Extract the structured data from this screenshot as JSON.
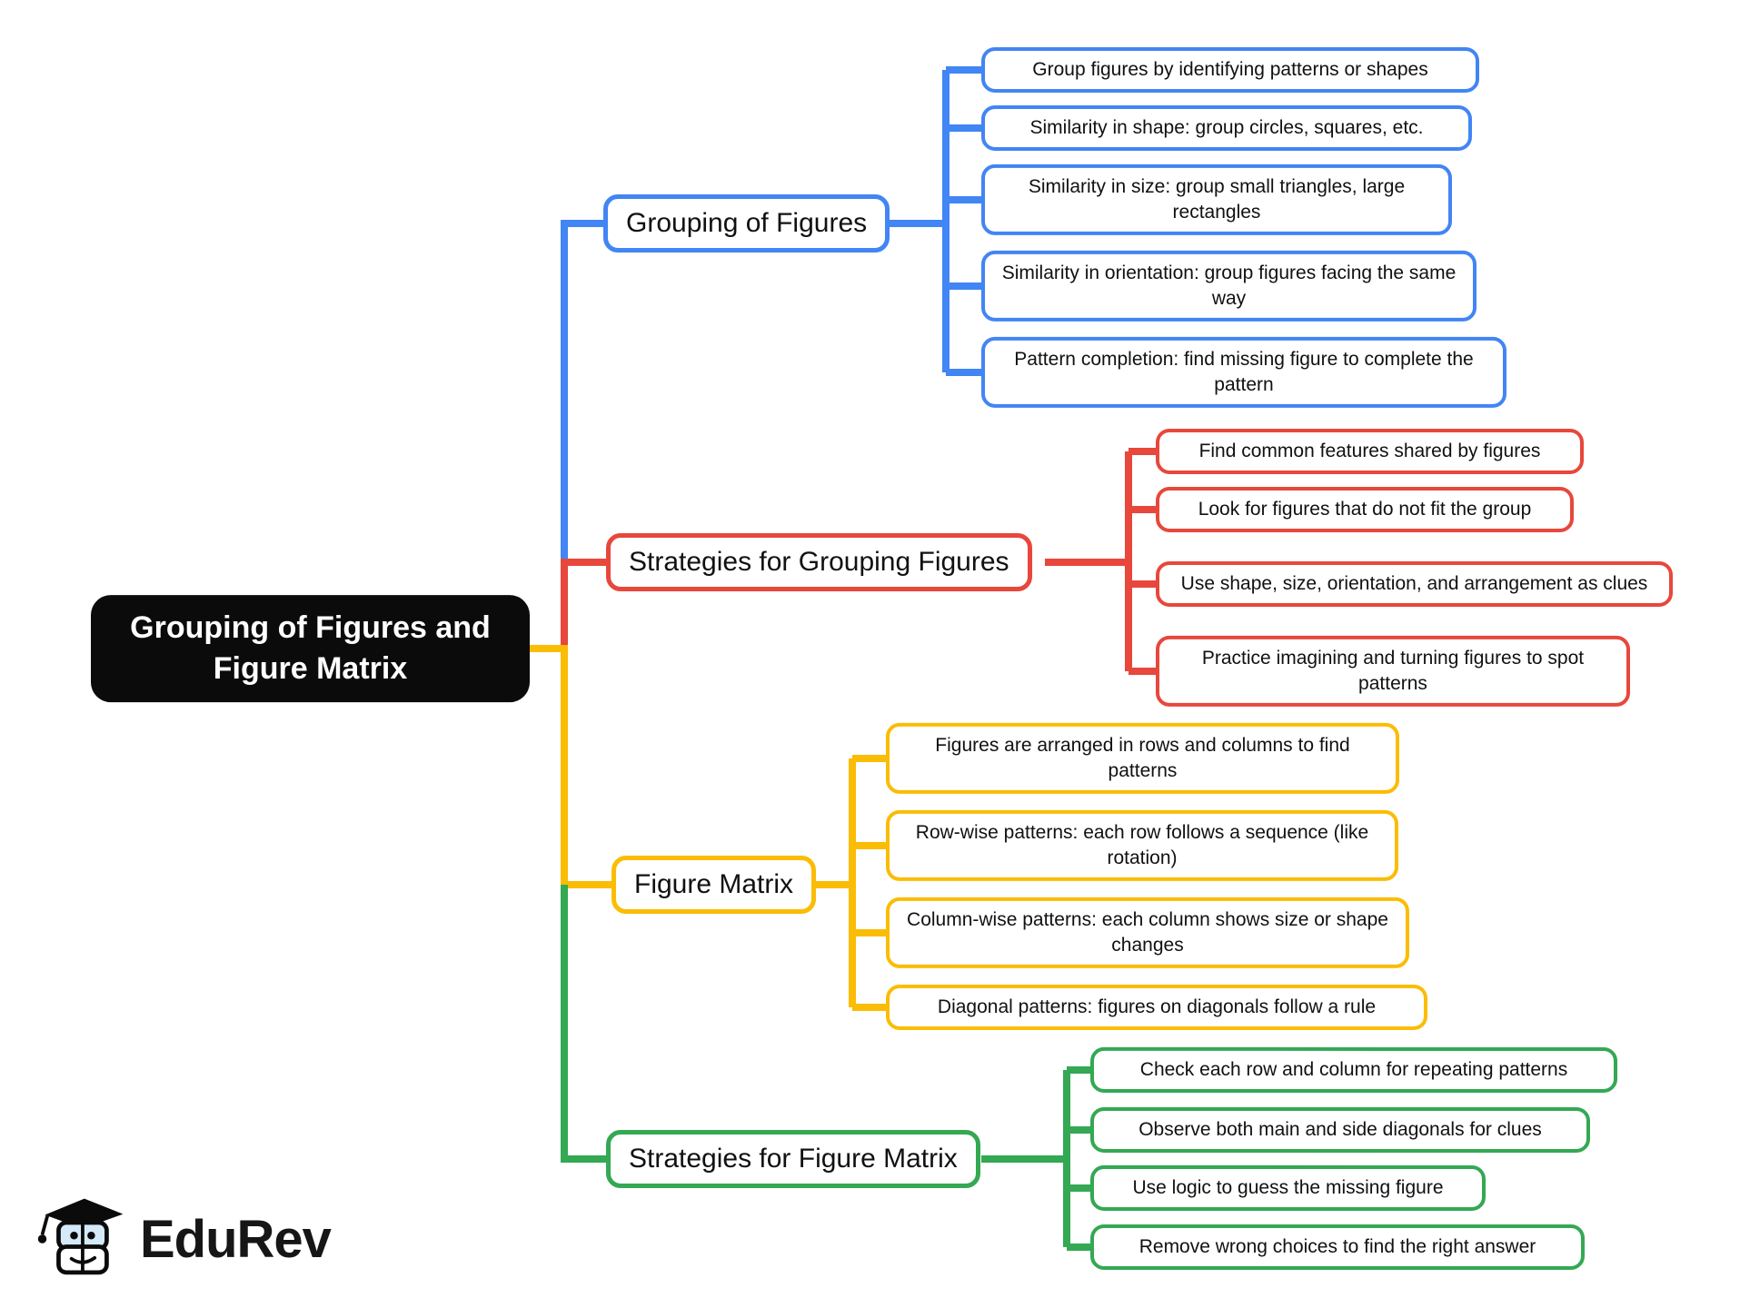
{
  "root": {
    "label": "Grouping of Figures and Figure Matrix"
  },
  "branches": [
    {
      "label": "Grouping of Figures",
      "color": "#4285F4",
      "children": [
        "Group figures by identifying patterns or shapes",
        "Similarity in shape: group circles, squares, etc.",
        "Similarity in size: group small triangles, large rectangles",
        "Similarity in orientation: group figures facing the same way",
        "Pattern completion: find missing figure to complete the pattern"
      ]
    },
    {
      "label": "Strategies for Grouping Figures",
      "color": "#E8473C",
      "children": [
        "Find common features shared by figures",
        "Look for figures that do not fit the group",
        "Use shape, size, orientation, and arrangement as clues",
        "Practice imagining and turning figures to spot patterns"
      ]
    },
    {
      "label": "Figure Matrix",
      "color": "#FBBC05",
      "children": [
        "Figures are arranged in rows and columns to find patterns",
        "Row-wise patterns: each row follows a sequence (like rotation)",
        "Column-wise patterns: each column shows size or shape changes",
        "Diagonal patterns: figures on diagonals follow a rule"
      ]
    },
    {
      "label": "Strategies for Figure Matrix",
      "color": "#34A853",
      "children": [
        "Check each row and column for repeating patterns",
        "Observe both main and side diagonals for clues",
        "Use logic to guess the missing figure",
        "Remove wrong choices to find the right answer"
      ]
    }
  ],
  "logo": {
    "brand": "EduRev"
  },
  "palette": {
    "blue": "#4285F4",
    "red": "#E8473C",
    "yellow": "#FBBC05",
    "green": "#34A853",
    "root_bg": "#0B0B0B",
    "node_bg": "#FFFFFF",
    "text": "#111111"
  }
}
